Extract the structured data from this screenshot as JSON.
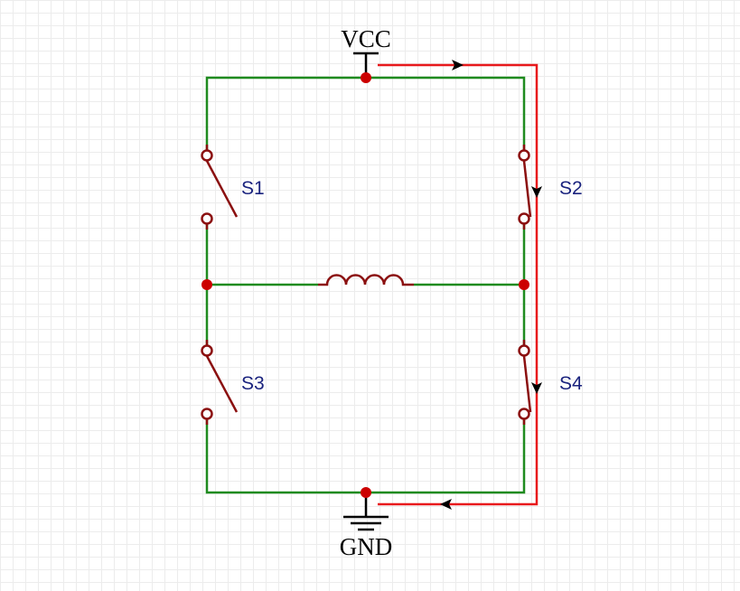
{
  "labels": {
    "supply": "VCC",
    "ground": "GND",
    "switches": [
      "S1",
      "S2",
      "S3",
      "S4"
    ]
  },
  "colors": {
    "wire": "#1f8b1f",
    "component": "#8b1010",
    "node": "#cc0000",
    "current_path": "#e8191c",
    "arrow": "#000000",
    "label_text": "#1a237e"
  },
  "current_path": {
    "visible": true,
    "direction": "VCC → S2 → S4 → GND"
  }
}
